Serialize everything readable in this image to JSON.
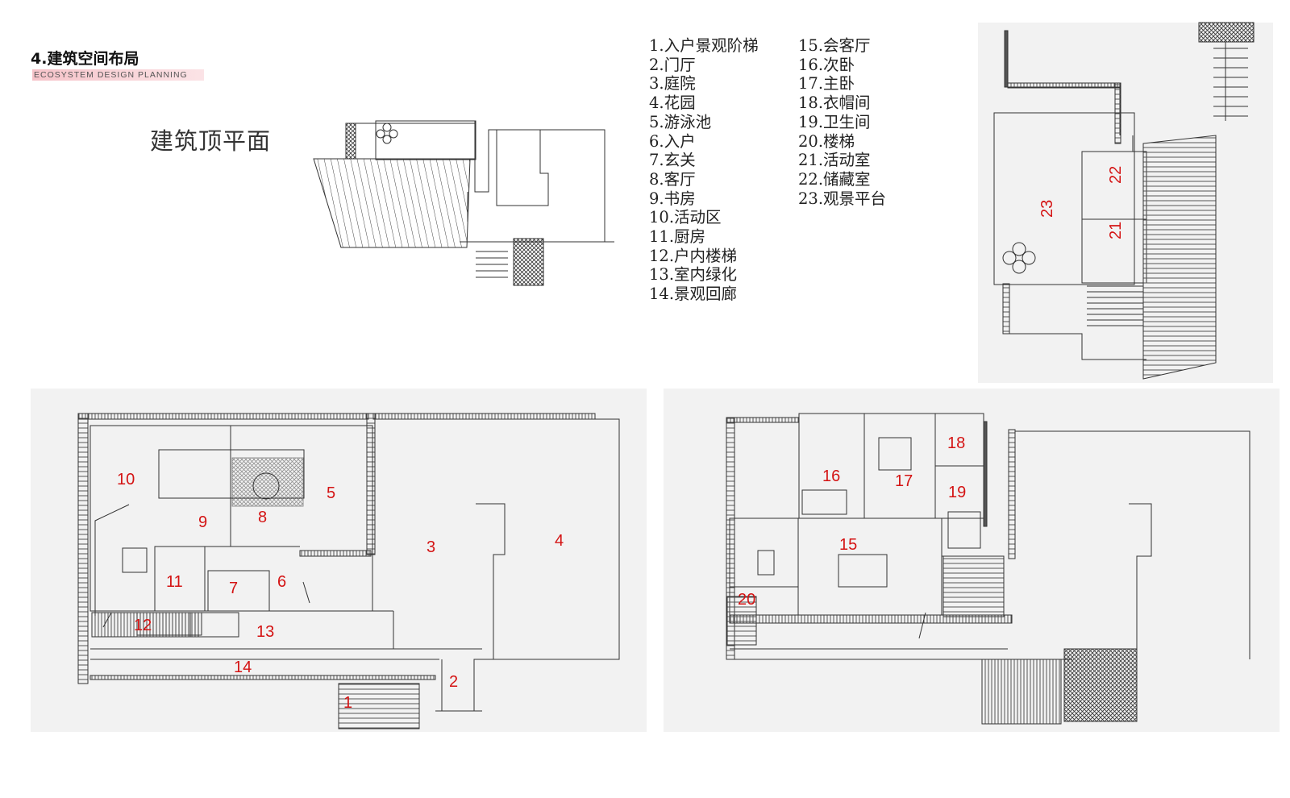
{
  "header": {
    "title": "4.建筑空间布局",
    "subtitle": "ECOSYSTEM DESIGN PLANNING"
  },
  "roof_plan": {
    "title": "建筑顶平面"
  },
  "legend": {
    "left": [
      "1.入户景观阶梯",
      "2.门厅",
      "3.庭院",
      "4.花园",
      "5.游泳池",
      "6.入户",
      "7.玄关",
      "8.客厅",
      "9.书房",
      "10.活动区",
      "11.厨房",
      "12.户内楼梯",
      "13.室内绿化",
      "14.景观回廊"
    ],
    "right": [
      "15.会客厅",
      "16.次卧",
      "17.主卧",
      "18.衣帽间",
      "19.卫生间",
      "20.楼梯",
      "21.活动室",
      "22.储藏室",
      "23.观景平台"
    ]
  },
  "colors": {
    "label": "#d41414",
    "panel": "#f2f2f2",
    "line": "#333333",
    "accent": "#f6c3c9"
  },
  "plans": {
    "ground": {
      "labels": [
        "10",
        "9",
        "8",
        "5",
        "3",
        "4",
        "11",
        "7",
        "6",
        "12",
        "13",
        "14",
        "2",
        "1"
      ]
    },
    "upper": {
      "labels": [
        "16",
        "17",
        "18",
        "19",
        "15",
        "20"
      ]
    },
    "top": {
      "labels": [
        "23",
        "22",
        "21"
      ]
    }
  }
}
